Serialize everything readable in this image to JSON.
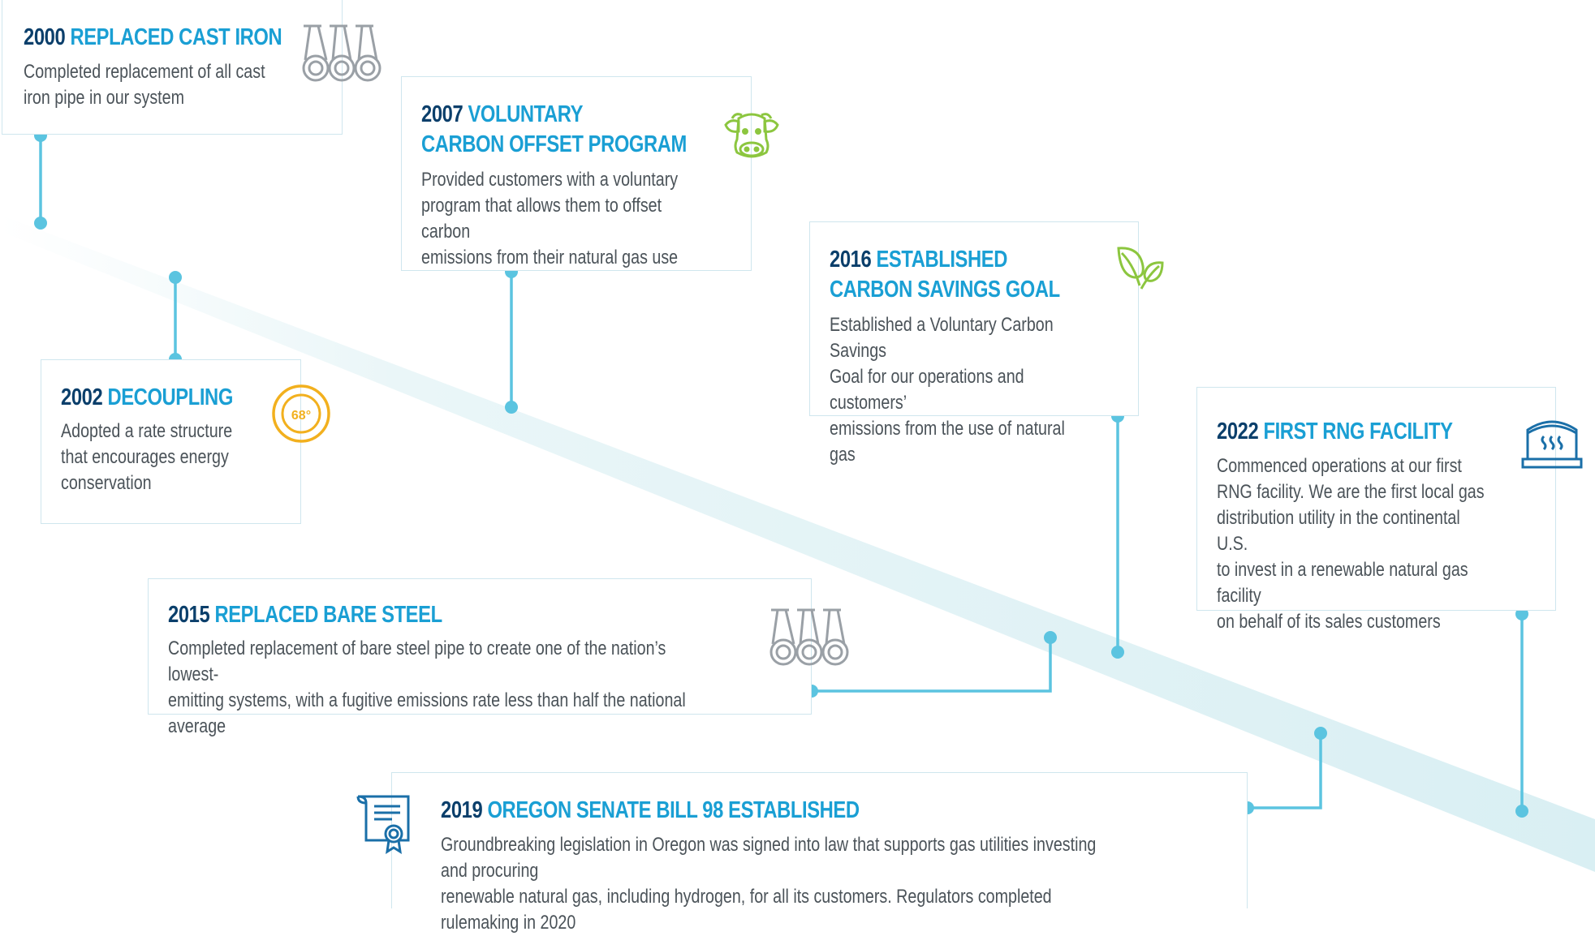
{
  "colors": {
    "year": "#0b3f6b",
    "heading": "#1a9fd4",
    "connector": "#5bc4e0",
    "card_border": "#cfe6ee",
    "band": "#e6f4f7",
    "body_text": "#4b5359",
    "icon_gray": "#9aa0a6",
    "icon_green": "#8cc63f",
    "icon_yellow": "#f2b01e",
    "icon_blue": "#1a6fa8"
  },
  "milestones": [
    {
      "year": "2000",
      "heading": "REPLACED CAST IRON",
      "body": "Completed replacement of all cast\niron pipe in our system",
      "icon": "pipes-icon"
    },
    {
      "year": "2002",
      "heading": "DECOUPLING",
      "body": "Adopted a rate structure\nthat encourages energy\nconservation",
      "icon": "thermostat-icon",
      "icon_text": "68°"
    },
    {
      "year": "2007",
      "heading": "VOLUNTARY\nCARBON OFFSET PROGRAM",
      "body": "Provided customers with a voluntary\nprogram that allows them to offset carbon\nemissions from their natural gas use",
      "icon": "cow-icon"
    },
    {
      "year": "2015",
      "heading": "REPLACED BARE STEEL",
      "body": "Completed replacement of bare steel pipe to create one of the nation’s lowest-\nemitting systems, with a fugitive emissions rate less than half the national average",
      "icon": "pipes-icon"
    },
    {
      "year": "2016",
      "heading": "ESTABLISHED\nCARBON SAVINGS GOAL",
      "body": "Established a Voluntary Carbon Savings\nGoal for our operations and customers’\nemissions from the use of natural gas",
      "icon": "leaves-icon"
    },
    {
      "year": "2019",
      "heading": "OREGON SENATE BILL 98 ESTABLISHED",
      "body": "Groundbreaking legislation in Oregon was signed into law that supports gas utilities investing and procuring\nrenewable natural gas, including hydrogen, for all its customers. Regulators completed rulemaking in 2020",
      "icon": "certificate-icon"
    },
    {
      "year": "2022",
      "heading": "FIRST RNG FACILITY",
      "body": "Commenced operations at our first\nRNG facility. We are the first local gas\ndistribution utility in the continental U.S.\nto invest in a renewable natural gas facility\non behalf of its sales customers",
      "icon": "rng-facility-icon"
    }
  ]
}
